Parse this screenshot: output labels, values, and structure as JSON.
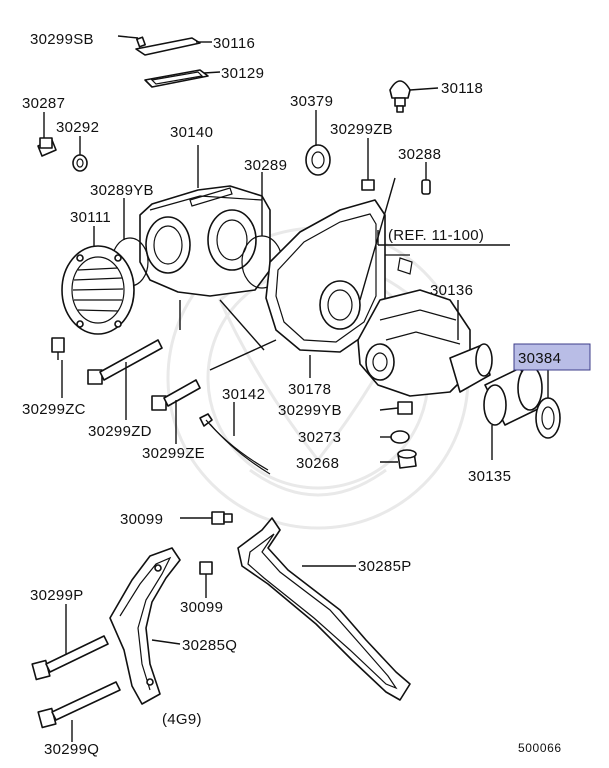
{
  "parts": {
    "p30299SB": "30299SB",
    "p30116": "30116",
    "p30129": "30129",
    "p30118": "30118",
    "p30287": "30287",
    "p30292": "30292",
    "p30140": "30140",
    "p30379": "30379",
    "p30299ZB": "30299ZB",
    "p30288": "30288",
    "p30289YB": "30289YB",
    "p30289": "30289",
    "p30111": "30111",
    "ref": "(REF. 11-100)",
    "p30136": "30136",
    "p30384": "30384",
    "p30178": "30178",
    "p30299ZC": "30299ZC",
    "p30299ZD": "30299ZD",
    "p30142": "30142",
    "p30299YB": "30299YB",
    "p30273": "30273",
    "p30268": "30268",
    "p30299ZE": "30299ZE",
    "p30135": "30135",
    "p30099a": "30099",
    "p30285P": "30285P",
    "p30099b": "30099",
    "p30299P": "30299P",
    "p30285Q": "30285Q",
    "engine": "(4G9)",
    "p30299Q": "30299Q"
  },
  "diagram_id": "500066",
  "colors": {
    "highlight_fill": "#b9bde6",
    "highlight_border": "#3d3d8a",
    "line": "#111111"
  }
}
